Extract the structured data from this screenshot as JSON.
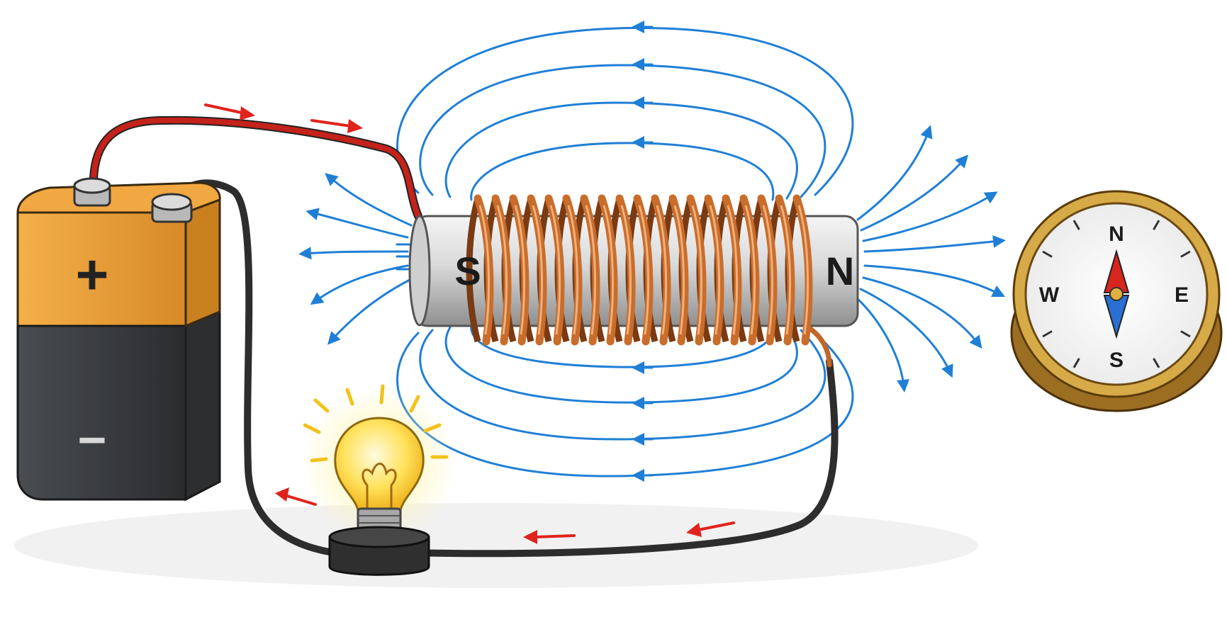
{
  "battery": {
    "positive_symbol": "+",
    "negative_symbol": "−"
  },
  "magnet": {
    "south_pole_label": "S",
    "north_pole_label": "N"
  },
  "compass": {
    "north_label": "N",
    "south_label": "S",
    "east_label": "E",
    "west_label": "W"
  },
  "colors": {
    "field_lines": "#1f7fd6",
    "current_arrows": "#e0231c",
    "copper_coil": "#c0672a",
    "battery_top": "#f0a33c",
    "battery_body": "#3a3d40",
    "bulb_glow": "#ffd84a",
    "compass_brass": "#c99a3c"
  }
}
